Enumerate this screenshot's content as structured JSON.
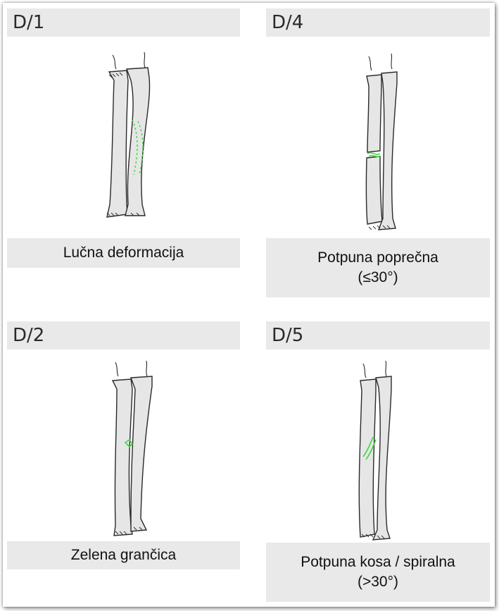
{
  "panels": [
    {
      "code": "D/1",
      "caption_lines": [
        "Lučna deformacija",
        ""
      ]
    },
    {
      "code": "D/4",
      "caption_lines": [
        "Potpuna poprečna",
        "(≤30°)"
      ]
    },
    {
      "code": "D/2",
      "caption_lines": [
        "Zelena grančica",
        ""
      ]
    },
    {
      "code": "D/5",
      "caption_lines": [
        "Potpuna kosa / spiralna",
        "(>30°)"
      ]
    }
  ],
  "colors": {
    "fracture": "#3fd43f",
    "label_bg": "#e9e9e9"
  }
}
